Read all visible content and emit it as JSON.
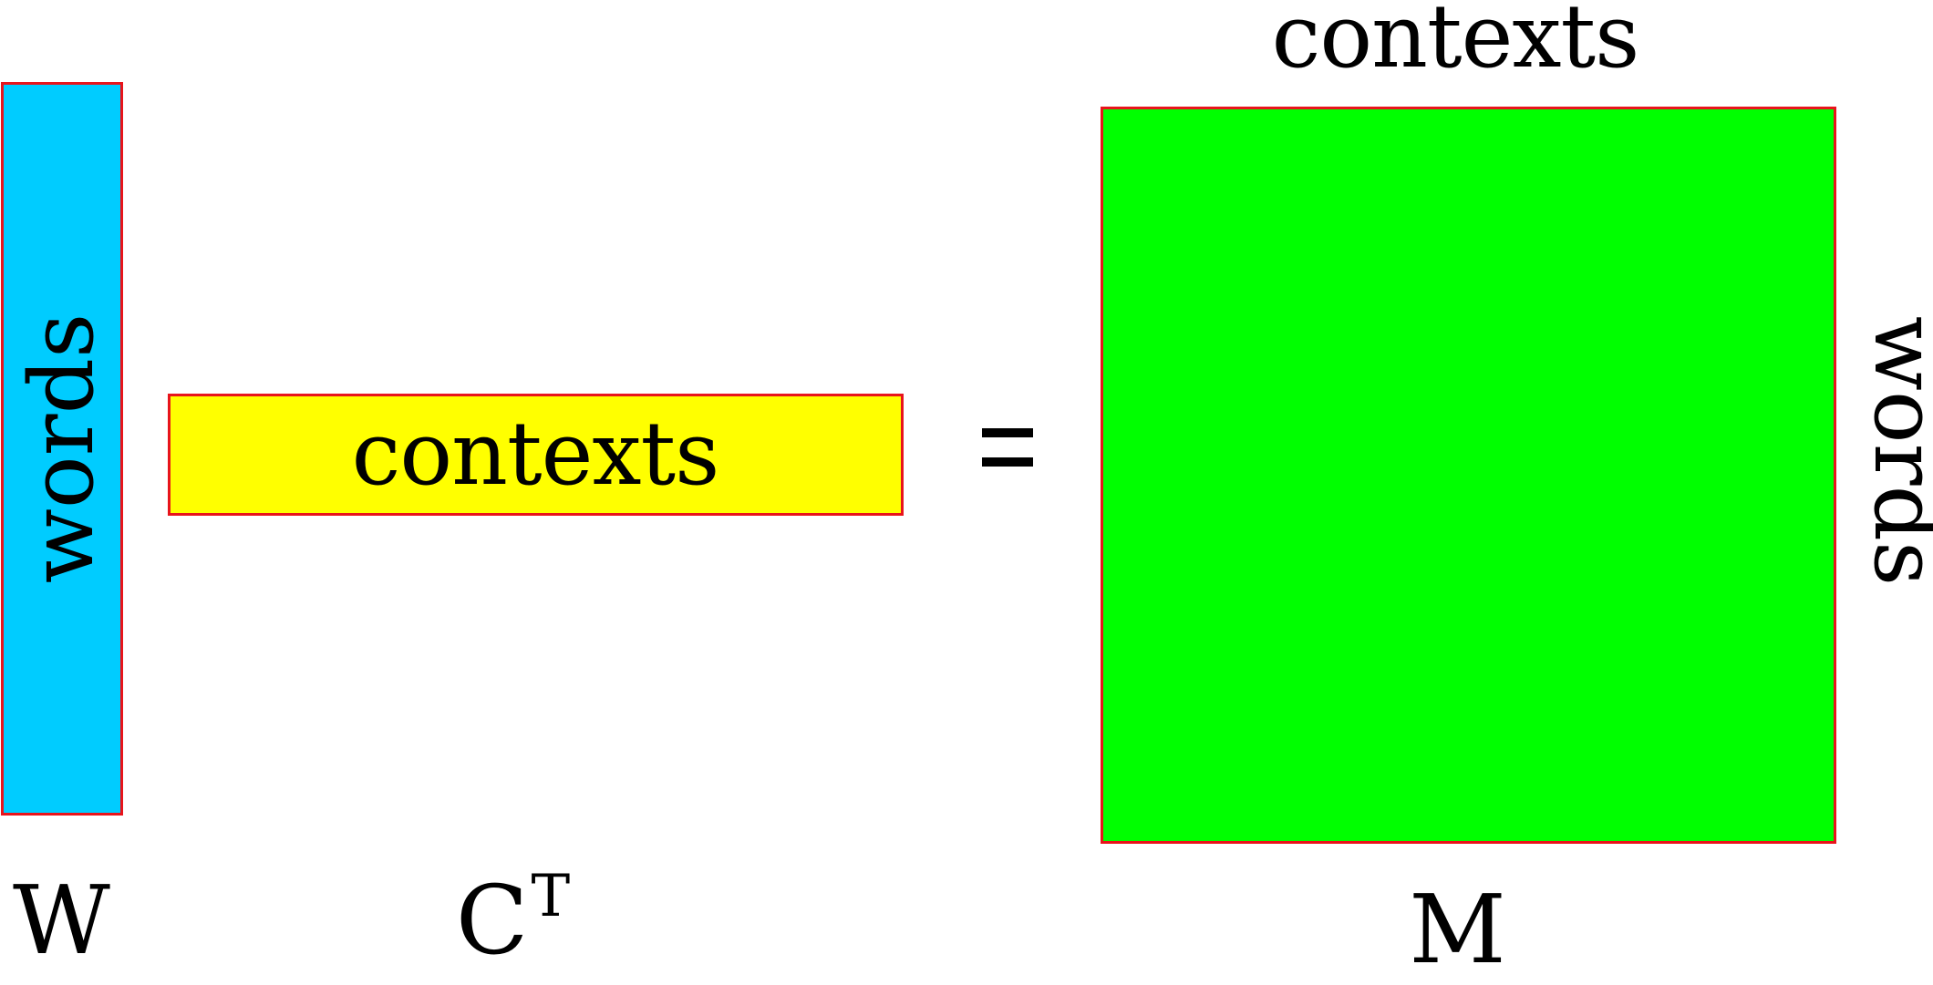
{
  "matrices": {
    "w": {
      "name": "W",
      "dimension_label": "words",
      "fill_color": "#00ccff"
    },
    "ct": {
      "name": "C",
      "superscript": "T",
      "dimension_label": "contexts",
      "fill_color": "#ffff00"
    },
    "m": {
      "name": "M",
      "top_label": "contexts",
      "side_label": "words",
      "fill_color": "#00ff00"
    }
  },
  "operator": "=",
  "border_color": "#e8141b"
}
